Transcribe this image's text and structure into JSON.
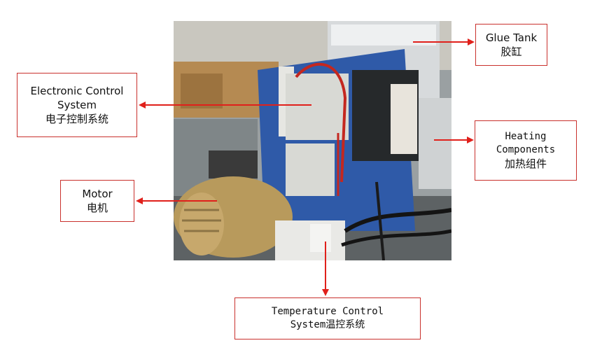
{
  "labels": {
    "electronic": {
      "en_line1": "Electronic Control",
      "en_line2": "System",
      "zh": "电子控制系统"
    },
    "motor": {
      "en": "Motor",
      "zh": "电机"
    },
    "glue_tank": {
      "en": "Glue Tank",
      "zh": "胶缸"
    },
    "heating": {
      "en_line1": "Heating",
      "en_line2": "Components",
      "zh": "加热组件"
    },
    "temperature": {
      "en_line1": "Temperature Control",
      "en_line2": "System温控系统"
    }
  },
  "colors": {
    "callout_border": "#c9302c",
    "arrow": "#e0201b",
    "panel_blue": "#2f5aa8",
    "motor_gold": "#b89a5c"
  }
}
